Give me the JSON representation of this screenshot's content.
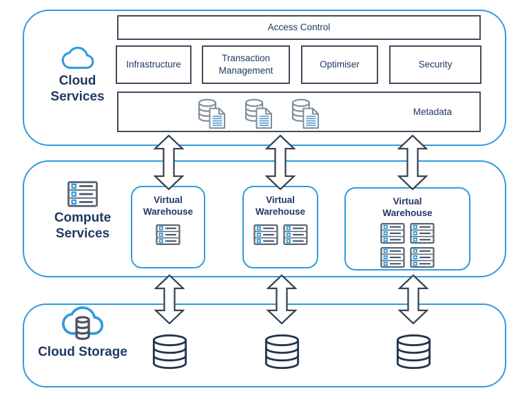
{
  "colors": {
    "accent_blue": "#2E9BDD",
    "navy_text": "#1F3864",
    "box_border": "#404A57",
    "arrow_outline": "#39434F",
    "cylinder_stroke": "#22344C",
    "icon_gray": "#7E8C99"
  },
  "sections": {
    "cloud_services": {
      "label": "Cloud Services",
      "icon": "cloud-icon"
    },
    "compute_services": {
      "label": "Compute Services",
      "icon": "server-icon"
    },
    "cloud_storage": {
      "label": "Cloud Storage",
      "icon": "cloud-database-icon"
    }
  },
  "cloud_services": {
    "access_control": "Access Control",
    "modules": [
      "Infrastructure",
      "Transaction Management",
      "Optimiser",
      "Security"
    ],
    "metadata_label": "Metadata",
    "metadata_icon_count": 3,
    "metadata_icon": "database-document-icon"
  },
  "compute_services": {
    "warehouses": [
      {
        "label": "Virtual Warehouse",
        "server_count": 1
      },
      {
        "label": "Virtual Warehouse",
        "server_count": 2
      },
      {
        "label": "Virtual Warehouse",
        "server_count": 4
      }
    ]
  },
  "cloud_storage": {
    "database_count": 3,
    "database_icon": "database-cylinder-icon"
  },
  "connectors": {
    "top_to_middle_arrows": 3,
    "middle_to_bottom_arrows": 3,
    "style": "double-headed-vertical"
  }
}
